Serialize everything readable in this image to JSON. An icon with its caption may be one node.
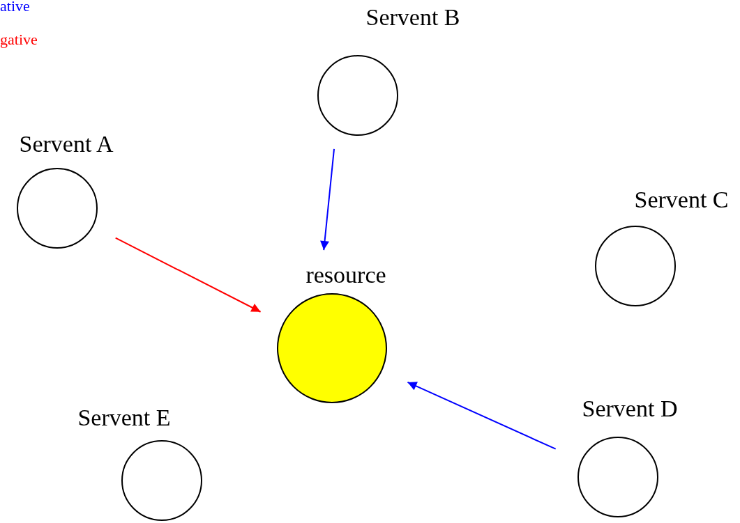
{
  "diagram": {
    "nodes": [
      {
        "text": [
          "Servent B"
        ]
      },
      {
        "text": [
          "Servent A"
        ]
      },
      {
        "text": [
          "Servent C"
        ]
      },
      {
        "text": [
          "resource"
        ]
      },
      {
        "text": [
          "Servent E"
        ]
      },
      {
        "text": [
          "Servent D"
        ]
      }
    ],
    "edges": [
      {
        "from": 1,
        "to": 3,
        "arrow": "to",
        "color": "#ff0000"
      },
      {
        "from": 0,
        "to": 3,
        "arrow": "to",
        "color": "#0000ff"
      },
      {
        "from": 5,
        "to": 3,
        "arrow": "to",
        "color": "#0000ff"
      }
    ],
    "legend": [
      {
        "text": "ative",
        "color": "#0000ff"
      },
      {
        "text": "gative",
        "color": "#ff0000"
      }
    ]
  }
}
